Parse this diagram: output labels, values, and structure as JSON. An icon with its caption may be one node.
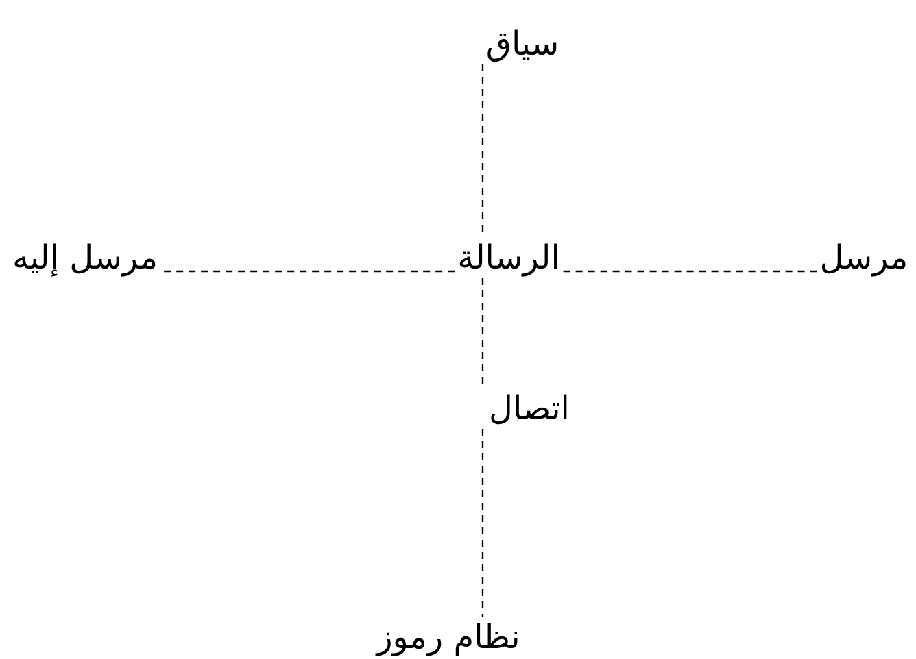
{
  "diagram": {
    "nodes": [
      {
        "text": [
          "سياق"
        ]
      },
      {
        "text": [
          "الرسالة"
        ]
      },
      {
        "text": [
          "مرسل"
        ]
      },
      {
        "text": [
          "مرسل إليه"
        ]
      },
      {
        "text": [
          "اتصال"
        ]
      },
      {
        "text": [
          "نظام رموز"
        ]
      }
    ],
    "edges": [
      {
        "from": 0,
        "to": 1,
        "arrow": "none",
        "style": "dashed"
      },
      {
        "from": 2,
        "to": 1,
        "arrow": "none",
        "style": "dashed"
      },
      {
        "from": 1,
        "to": 3,
        "arrow": "none",
        "style": "dashed"
      },
      {
        "from": 1,
        "to": 4,
        "arrow": "none",
        "style": "dashed"
      },
      {
        "from": 4,
        "to": 5,
        "arrow": "none",
        "style": "dashed"
      }
    ]
  }
}
